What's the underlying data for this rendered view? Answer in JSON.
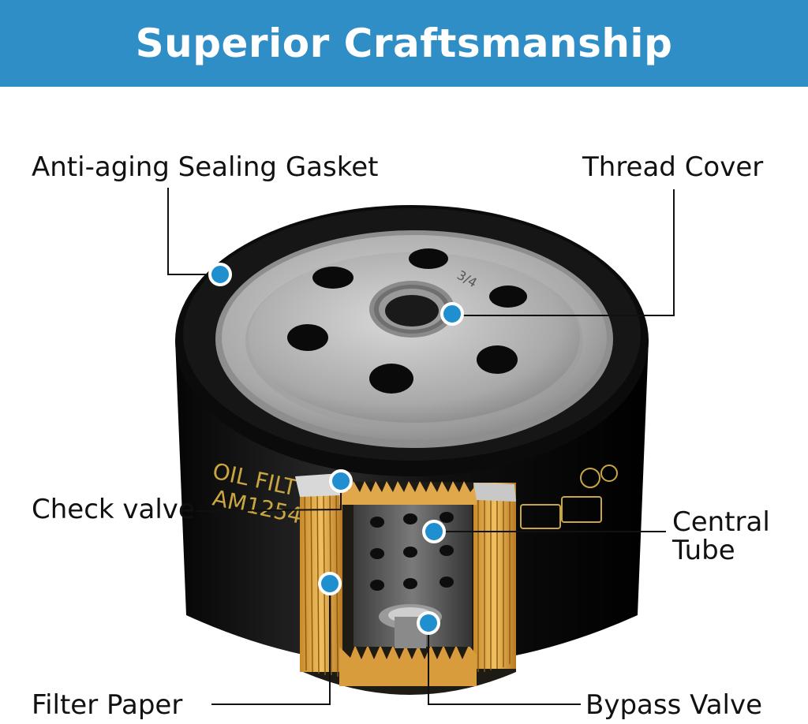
{
  "header": {
    "title": "Superior Craftsmanship",
    "background": "#2f8ec6"
  },
  "labels": {
    "gasket": "Anti-aging Sealing Gasket",
    "thread": "Thread Cover",
    "check": "Check valve",
    "central_line1": "Central",
    "central_line2": "Tube",
    "paper": "Filter Paper",
    "bypass": "Bypass Valve"
  },
  "filter_print": {
    "line1": "OIL FILT",
    "line2": "AM12542",
    "thread_size": "3/4"
  },
  "colors": {
    "marker": "#1f8fd0",
    "filter_body": "#0d0d0d",
    "base_plate": "#b8b8b8",
    "paper": "#d9a441"
  }
}
